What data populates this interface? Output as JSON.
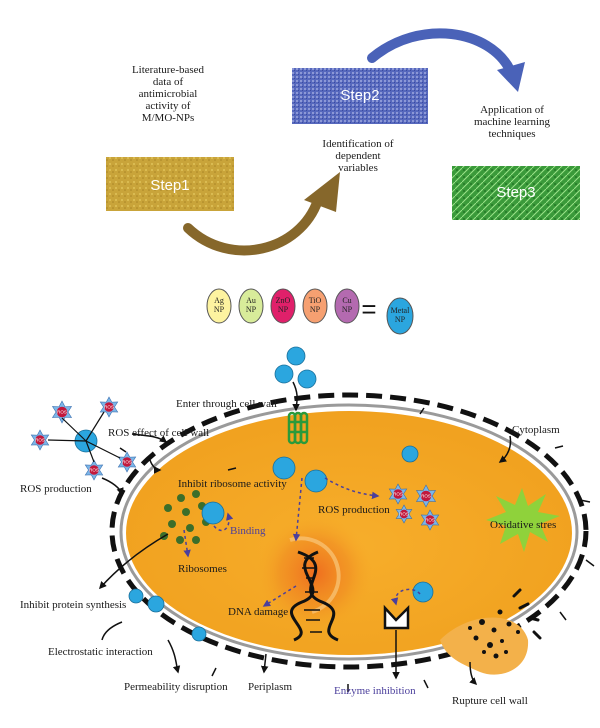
{
  "flow": {
    "step1": {
      "title": "Step1",
      "caption": "Literature-based data of antimicrobial activity of M/MO-NPs"
    },
    "step2": {
      "title": "Step2",
      "caption": "Identification of dependent variables"
    },
    "step3": {
      "title": "Step3",
      "caption": "Application of machine learning techniques"
    }
  },
  "legend": {
    "items": [
      {
        "label": "Ag NP",
        "color": "#fdf3a0"
      },
      {
        "label": "Au NP",
        "color": "#d8ec9a"
      },
      {
        "label": "ZnO NP",
        "color": "#e0206a"
      },
      {
        "label": "TiO NP",
        "color": "#f6a071"
      },
      {
        "label": "Cu NP",
        "color": "#b46ab0"
      }
    ],
    "equals": "=",
    "result": {
      "label": "Metal NP",
      "color": "#2ba6df"
    }
  },
  "cell": {
    "labels": {
      "enter": "Enter through cell wall",
      "ros_effect": "ROS effect of cell wall",
      "cytoplasm": "Cytoplasm",
      "ros_production_out": "ROS production",
      "inhibit_ribosome": "Inhibit ribosome activity",
      "ros_production_in": "ROS production",
      "binding": "Binding",
      "oxidative": "Oxidative stres",
      "ribosomes": "Ribosomes",
      "inhibit_protein": "Inhibit protein synthesis",
      "dna_damage": "DNA damage",
      "electrostatic": "Electrostatic interaction",
      "permeability": "Permeability disruption",
      "periplasm": "Periplasm",
      "enzyme": "Enzyme inhibition",
      "rupture": "Rupture cell wall"
    },
    "ros_tag": "ROS"
  },
  "colors": {
    "cytoplasm": "#f5a623",
    "np_blue": "#2ba6df",
    "arrow_brown": "#86672b",
    "arrow_blue": "#4a62b8",
    "step1": "#c7a23a",
    "step2": "#5566b9",
    "step3": "#3f9a3f",
    "ribosome": "#3c6e2a",
    "label_purple": "#4b3f9c"
  }
}
